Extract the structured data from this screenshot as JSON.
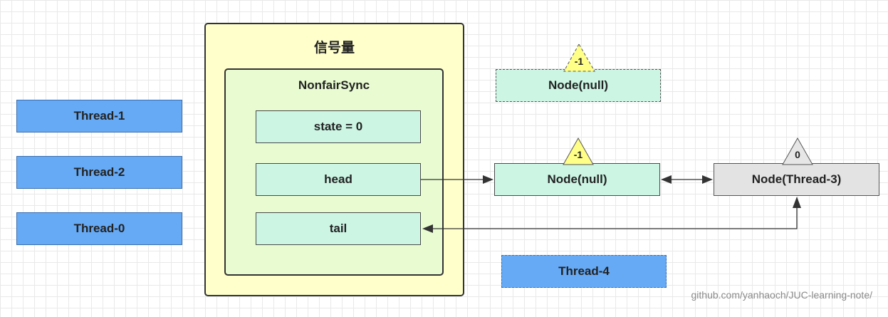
{
  "semaphore": {
    "title": "信号量"
  },
  "sync": {
    "title": "NonfairSync",
    "state_label": "state = 0",
    "head_label": "head",
    "tail_label": "tail"
  },
  "threads": {
    "t1": "Thread-1",
    "t2": "Thread-2",
    "t0": "Thread-0",
    "t4": "Thread-4"
  },
  "nodes": {
    "dashed_node": {
      "label": "Node(null)",
      "status": "-1"
    },
    "head_node": {
      "label": "Node(null)",
      "status": "-1"
    },
    "thread3_node": {
      "label": "Node(Thread-3)",
      "status": "0"
    }
  },
  "watermark": "github.com/yanhaoch/JUC-learning-note/",
  "colors": {
    "thread_fill": "#66aaf5",
    "node_fill": "#ccf5e4",
    "semaphore_fill": "#ffffcc",
    "sync_fill": "#e8fbd1",
    "triangle_yellow": "#ffff88",
    "triangle_grey": "#e6e6e6"
  }
}
